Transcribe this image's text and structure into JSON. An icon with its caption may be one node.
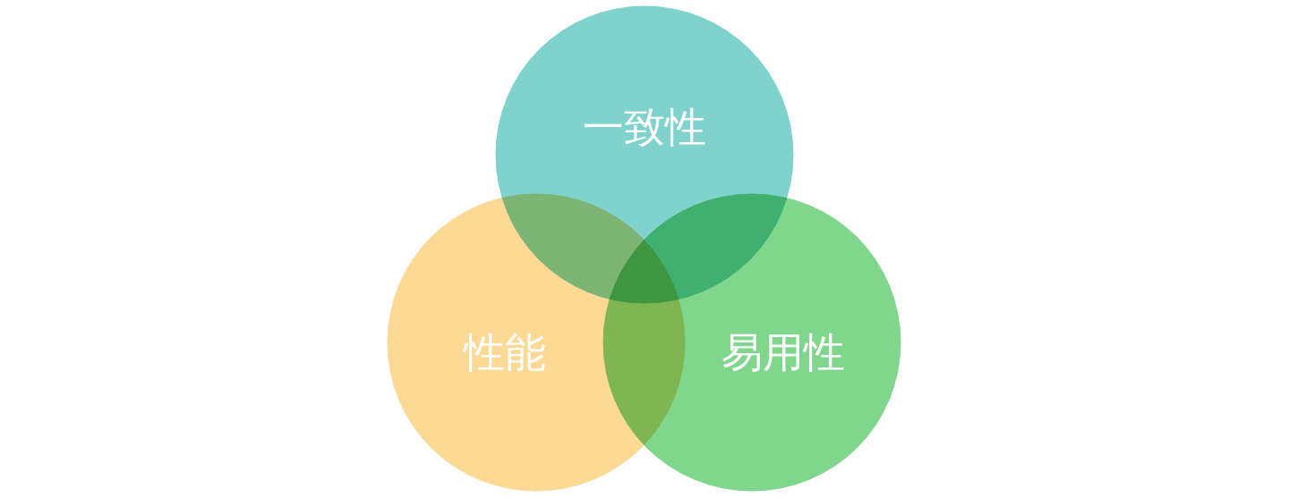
{
  "diagram": {
    "nodes": [
      {
        "text": [
          "一致性"
        ]
      },
      {
        "text": [
          "性能"
        ]
      },
      {
        "text": [
          "易用性"
        ]
      }
    ],
    "edges": []
  }
}
